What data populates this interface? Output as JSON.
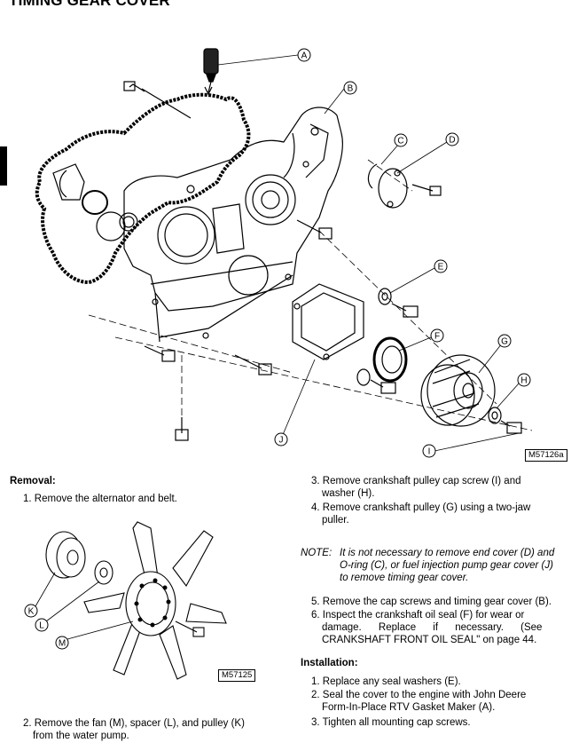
{
  "title": "TIMING GEAR COVER",
  "figures": {
    "main_id": "M57126a",
    "fan_id": "M57125",
    "callouts_main": [
      "A",
      "B",
      "C",
      "D",
      "E",
      "F",
      "G",
      "H",
      "I",
      "J"
    ],
    "callouts_fan": [
      "K",
      "L",
      "M"
    ]
  },
  "removal": {
    "heading": "Removal:",
    "step1": "1. Remove the alternator and belt.",
    "step2_line1": "2. Remove the fan (M), spacer (L), and pulley (K)",
    "step2_line2": "from the water pump.",
    "step3_line1": "3. Remove crankshaft pulley cap screw (I) and",
    "step3_line2": "washer (H).",
    "step4_line1": "4. Remove crankshaft pulley (G) using a two-jaw",
    "step4_line2": "puller.",
    "note_label": "NOTE:",
    "note_line1": "It is not necessary to remove end cover (D) and",
    "note_line2": "O-ring (C), or fuel injection pump gear cover (J)",
    "note_line3": "to remove timing gear cover.",
    "step5": "5. Remove the cap screws and timing gear cover (B).",
    "step6_line1": "6. Inspect the crankshaft oil seal (F) for wear or",
    "step6_line2": "damage.      Replace      if      necessary.      (See",
    "step6_line3": "CRANKSHAFT FRONT OIL SEAL\" on page 44."
  },
  "installation": {
    "heading": "Installation:",
    "step1": "1. Replace any seal washers (E).",
    "step2_line1": "2. Seal the cover to the engine with John Deere",
    "step2_line2": "Form-In-Place RTV Gasket Maker (A).",
    "step3": "3. Tighten all mounting cap screws."
  }
}
